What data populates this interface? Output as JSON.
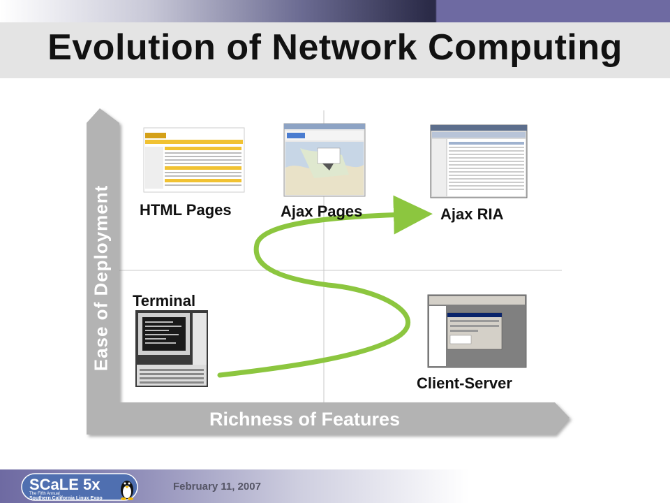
{
  "slide": {
    "title": "Evolution of Network Computing",
    "footer_date": "February 11, 2007"
  },
  "logo": {
    "main_text": "SCaLE 5x",
    "sub_text_1": "The Fifth Annual",
    "sub_text_2": "Southern California Linux Expo",
    "icon": "penguin-icon"
  },
  "diagram": {
    "y_axis_label": "Ease of Deployment",
    "x_axis_label": "Richness of Features",
    "nodes": {
      "html_pages": "HTML Pages",
      "ajax_pages": "Ajax Pages",
      "ajax_ria": "Ajax RIA",
      "terminal": "Terminal",
      "client_server": "Client-Server"
    },
    "path_color": "#8cc63f",
    "axis_color": "#b3b3b3",
    "quadrant_line_color": "#c8c8c8"
  }
}
